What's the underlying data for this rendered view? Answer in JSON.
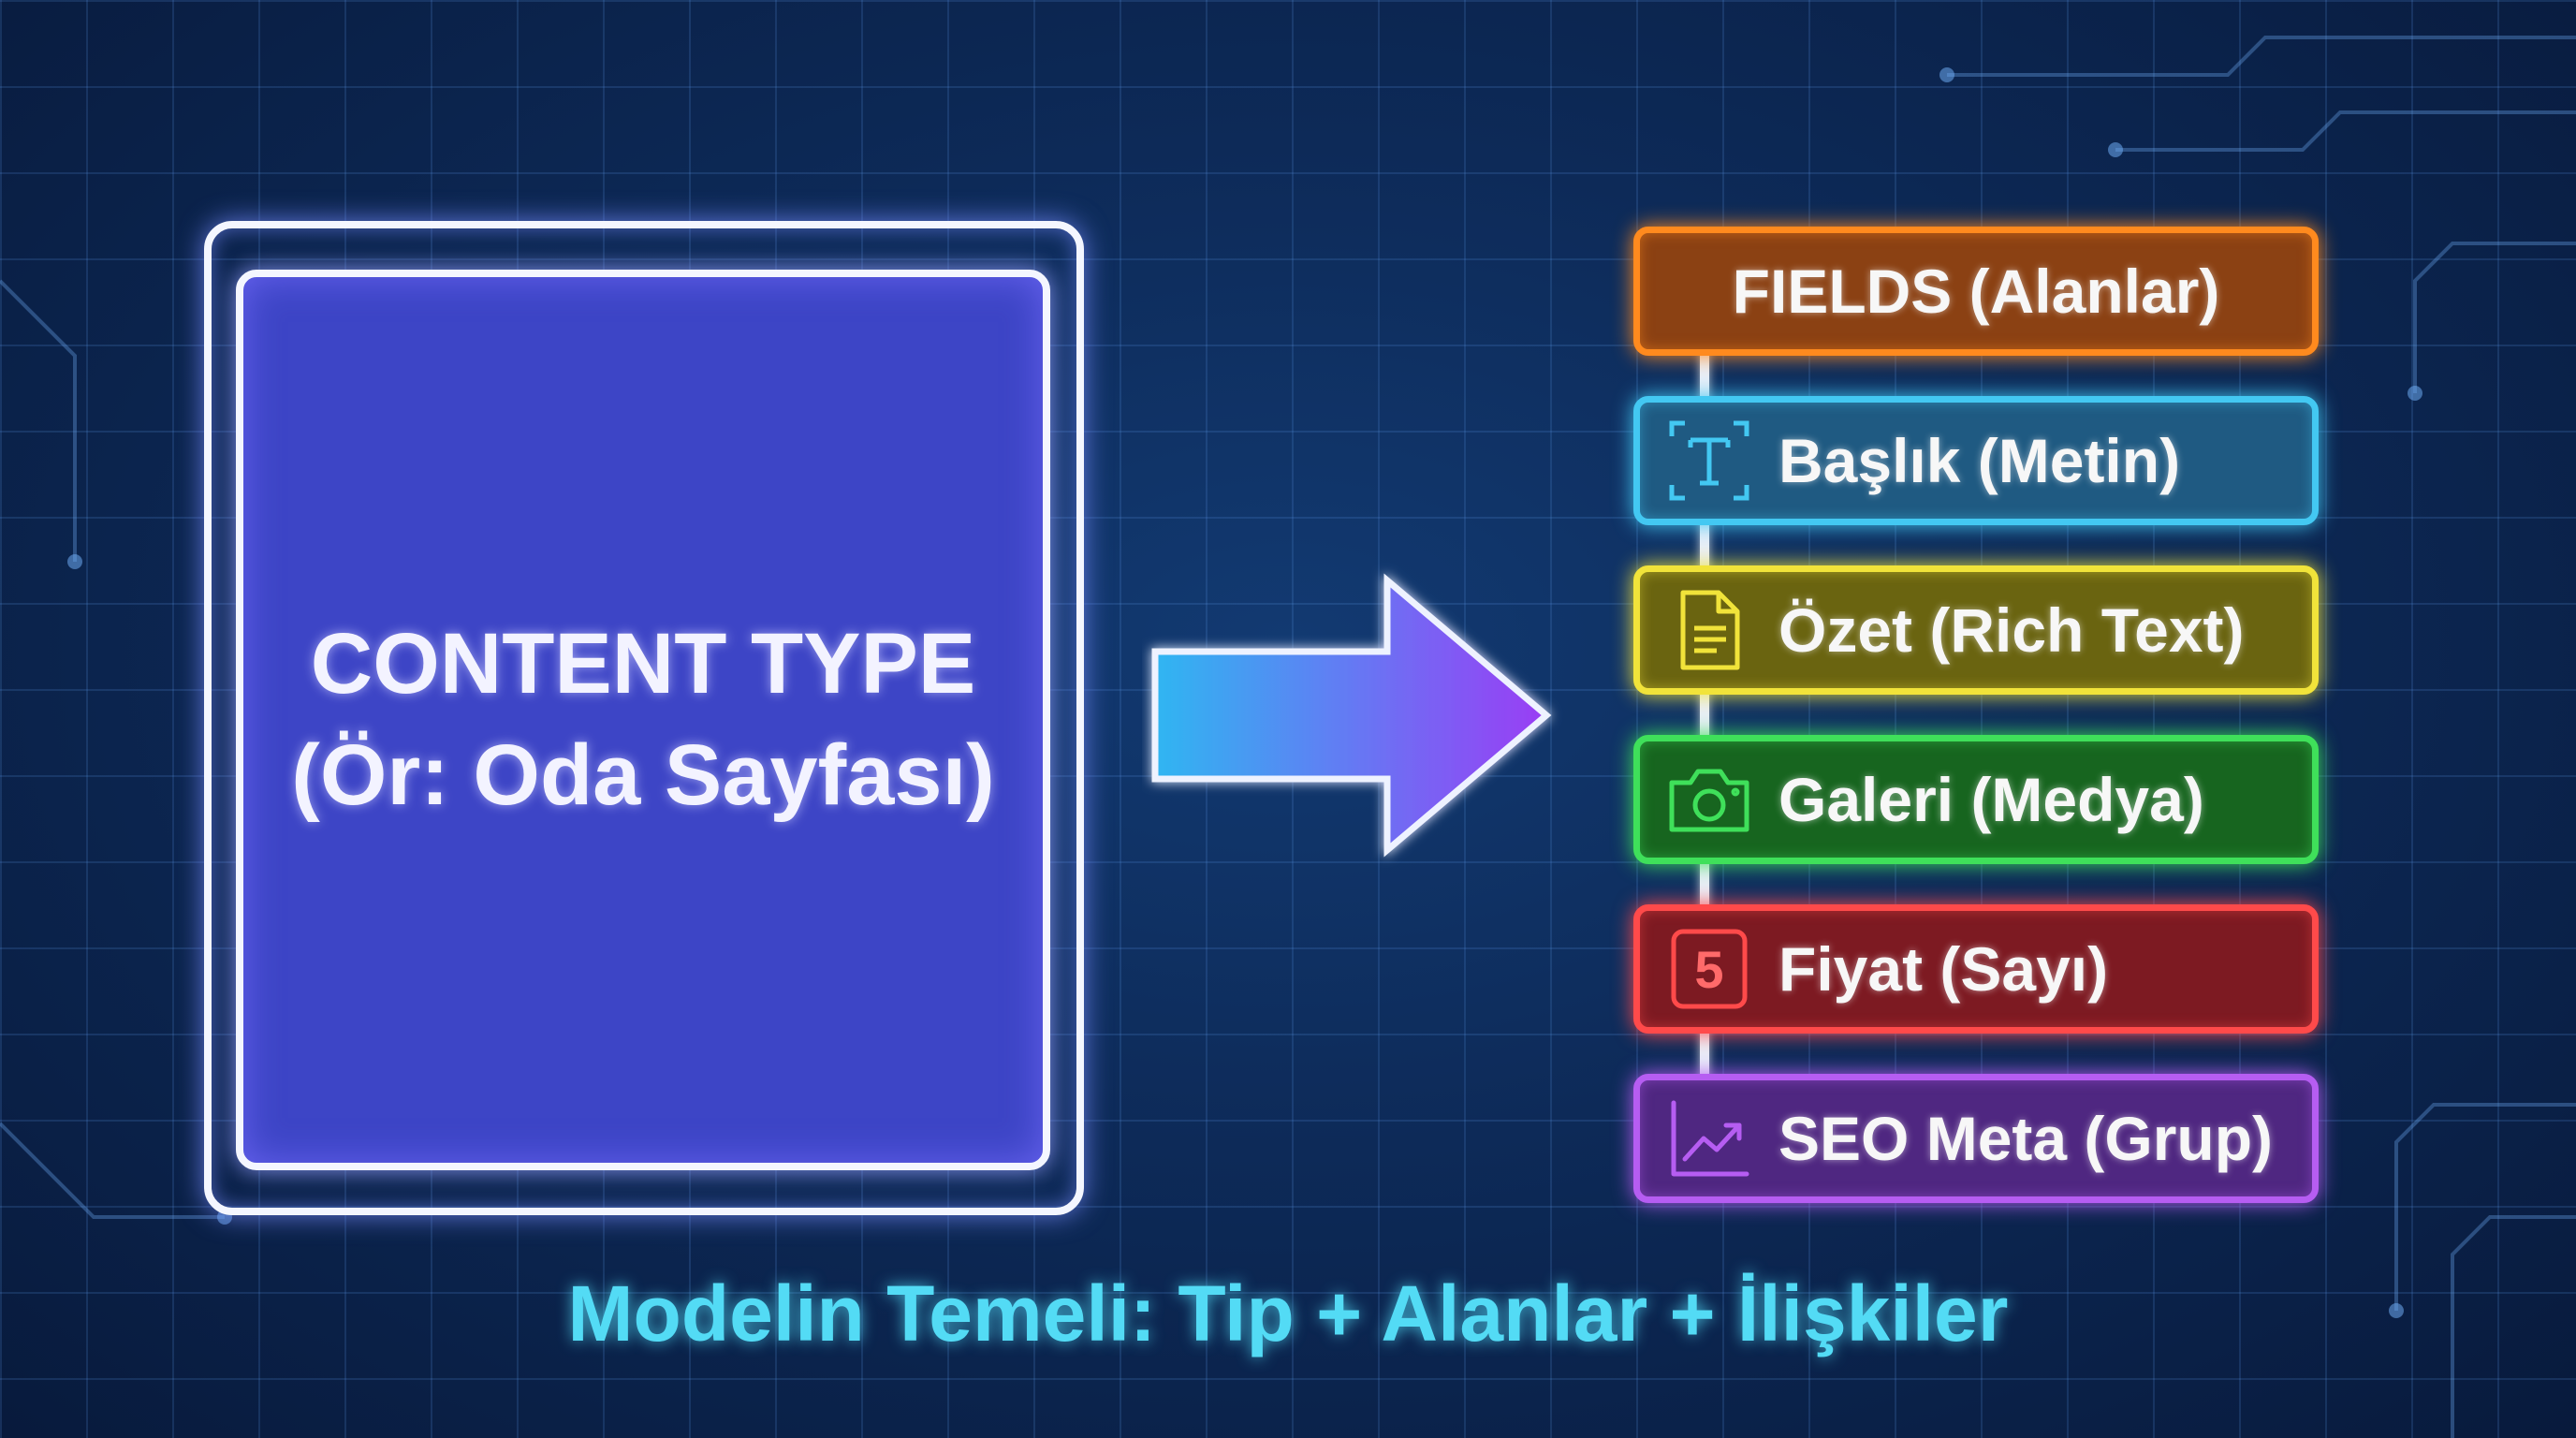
{
  "content_type": {
    "title": "CONTENT TYPE",
    "subtitle": "(Ör: Oda Sayfası)"
  },
  "fields_header": "FIELDS (Alanlar)",
  "fields": [
    {
      "label": "Başlık (Metin)",
      "icon": "text-type-icon",
      "color": "#43c8f2"
    },
    {
      "label": "Özet (Rich Text)",
      "icon": "document-icon",
      "color": "#f1e33a"
    },
    {
      "label": "Galeri (Medya)",
      "icon": "camera-icon",
      "color": "#3fe05a"
    },
    {
      "label": "Fiyat (Sayı)",
      "icon": "number-icon",
      "icon_text": "5",
      "color": "#ff4a4a"
    },
    {
      "label": "SEO Meta (Grup)",
      "icon": "chart-line-icon",
      "color": "#b65df2"
    }
  ],
  "caption": "Modelin Temeli: Tip + Alanlar + İlişkiler"
}
